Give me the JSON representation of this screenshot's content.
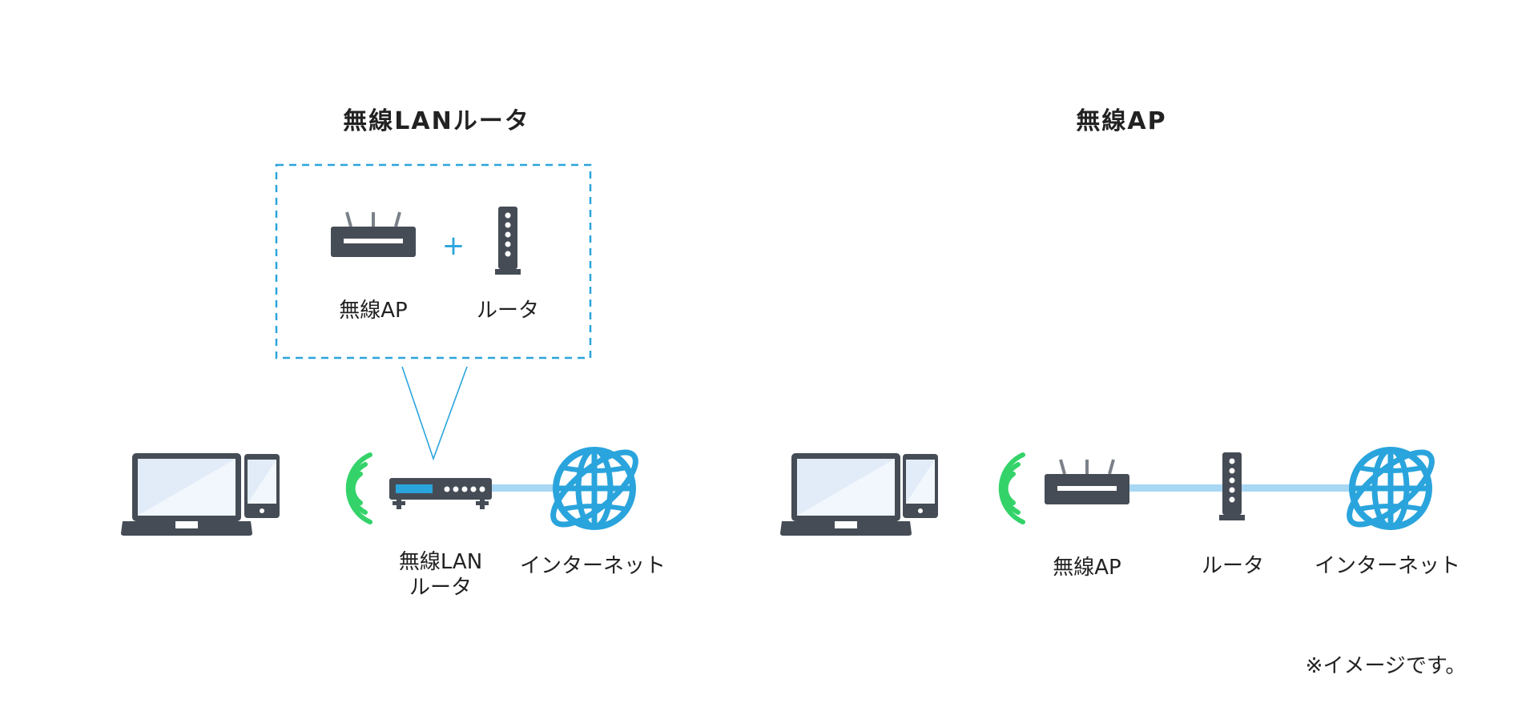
{
  "left": {
    "title": "無線LANルータ",
    "box_ap_label": "無線AP",
    "box_router_label": "ルータ",
    "plus": "+",
    "device_label_line1": "無線LAN",
    "device_label_line2": "ルータ",
    "internet_label": "インターネット"
  },
  "right": {
    "title": "無線AP",
    "ap_label": "無線AP",
    "router_label": "ルータ",
    "internet_label": "インターネット"
  },
  "note": "※イメージです。",
  "colors": {
    "device": "#454c55",
    "screen": "#e2ecf8",
    "accent": "#2aa4dc",
    "wifi": "#34d36a",
    "cable": "#a8d8f4",
    "dash": "#2aa4dc"
  }
}
